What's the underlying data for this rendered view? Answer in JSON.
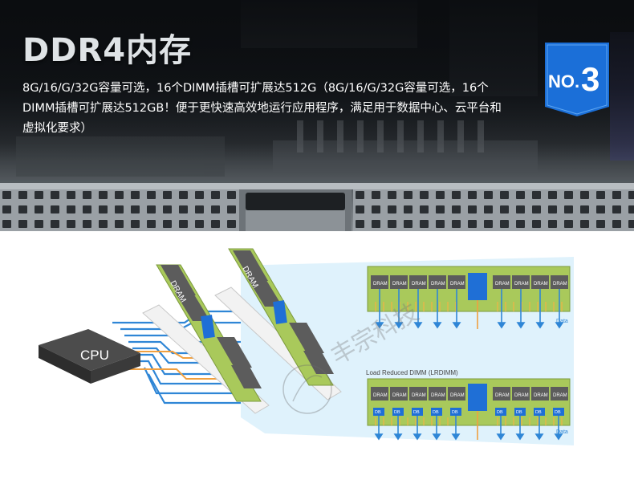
{
  "banner": {
    "title": "DDR4内存",
    "description": "8G/16/G/32G容量可选，16个DIMM插槽可扩展达512G（8G/16/G/32G容量可选，16个DIMM插槽可扩展达512GB！便于更快速高效地运行应用程序，满足用于数据中心、云平台和虚拟化要求）",
    "badge": {
      "prefix": "NO.",
      "number": "3"
    }
  },
  "diagram": {
    "cpu_label": "CPU",
    "module_chip_label": "DRAM",
    "dram_label": "DRAM",
    "db_label": "DB",
    "data_label": "Data",
    "lrdimm_label": "Load Reduced DIMM (LRDIMM)",
    "watermark": "丰宗科技",
    "colors": {
      "pcb": "#a9c95b",
      "chip": "#5c5c5c",
      "buffer": "#1f6fd6",
      "bus": "#2f86d6",
      "bus_orange": "#f0a040",
      "panel": "#d9f0fb"
    }
  }
}
